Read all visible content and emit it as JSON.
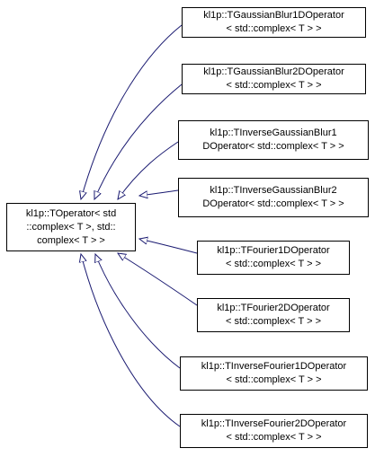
{
  "colors": {
    "edge": "#191970",
    "node_border": "#000000",
    "node_fill": "#ffffff",
    "text": "#000000"
  },
  "base_class": {
    "lines": [
      "kl1p::TOperator< std",
      "::complex< T >, std::",
      "complex< T > >"
    ]
  },
  "derived_classes": [
    {
      "lines": [
        "kl1p::TGaussianBlur1DOperator",
        "< std::complex< T > >"
      ]
    },
    {
      "lines": [
        "kl1p::TGaussianBlur2DOperator",
        "< std::complex< T > >"
      ]
    },
    {
      "lines": [
        "kl1p::TInverseGaussianBlur1",
        "DOperator< std::complex< T > >"
      ]
    },
    {
      "lines": [
        "kl1p::TInverseGaussianBlur2",
        "DOperator< std::complex< T > >"
      ]
    },
    {
      "lines": [
        "kl1p::TFourier1DOperator",
        "< std::complex< T > >"
      ]
    },
    {
      "lines": [
        "kl1p::TFourier2DOperator",
        "< std::complex< T > >"
      ]
    },
    {
      "lines": [
        "kl1p::TInverseFourier1DOperator",
        "< std::complex< T > >"
      ]
    },
    {
      "lines": [
        "kl1p::TInverseFourier2DOperator",
        "< std::complex< T > >"
      ]
    }
  ]
}
